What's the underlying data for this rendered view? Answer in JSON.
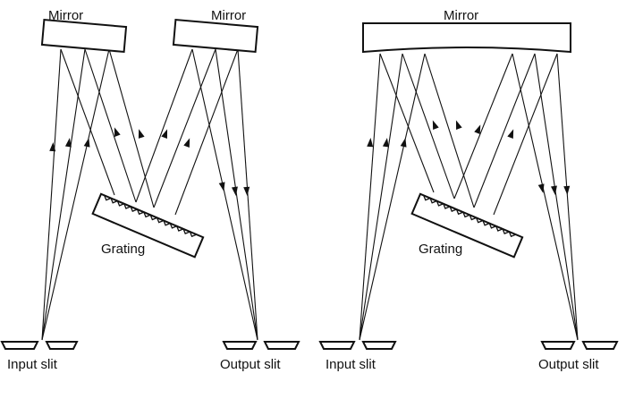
{
  "left_diagram": {
    "mirror_left_label": "Mirror",
    "mirror_right_label": "Mirror",
    "grating_label": "Grating",
    "input_slit_label": "Input slit",
    "output_slit_label": "Output slit"
  },
  "right_diagram": {
    "mirror_label": "Mirror",
    "grating_label": "Grating",
    "input_slit_label": "Input slit",
    "output_slit_label": "Output slit"
  },
  "colors": {
    "stroke": "#111111",
    "background": "#ffffff"
  }
}
